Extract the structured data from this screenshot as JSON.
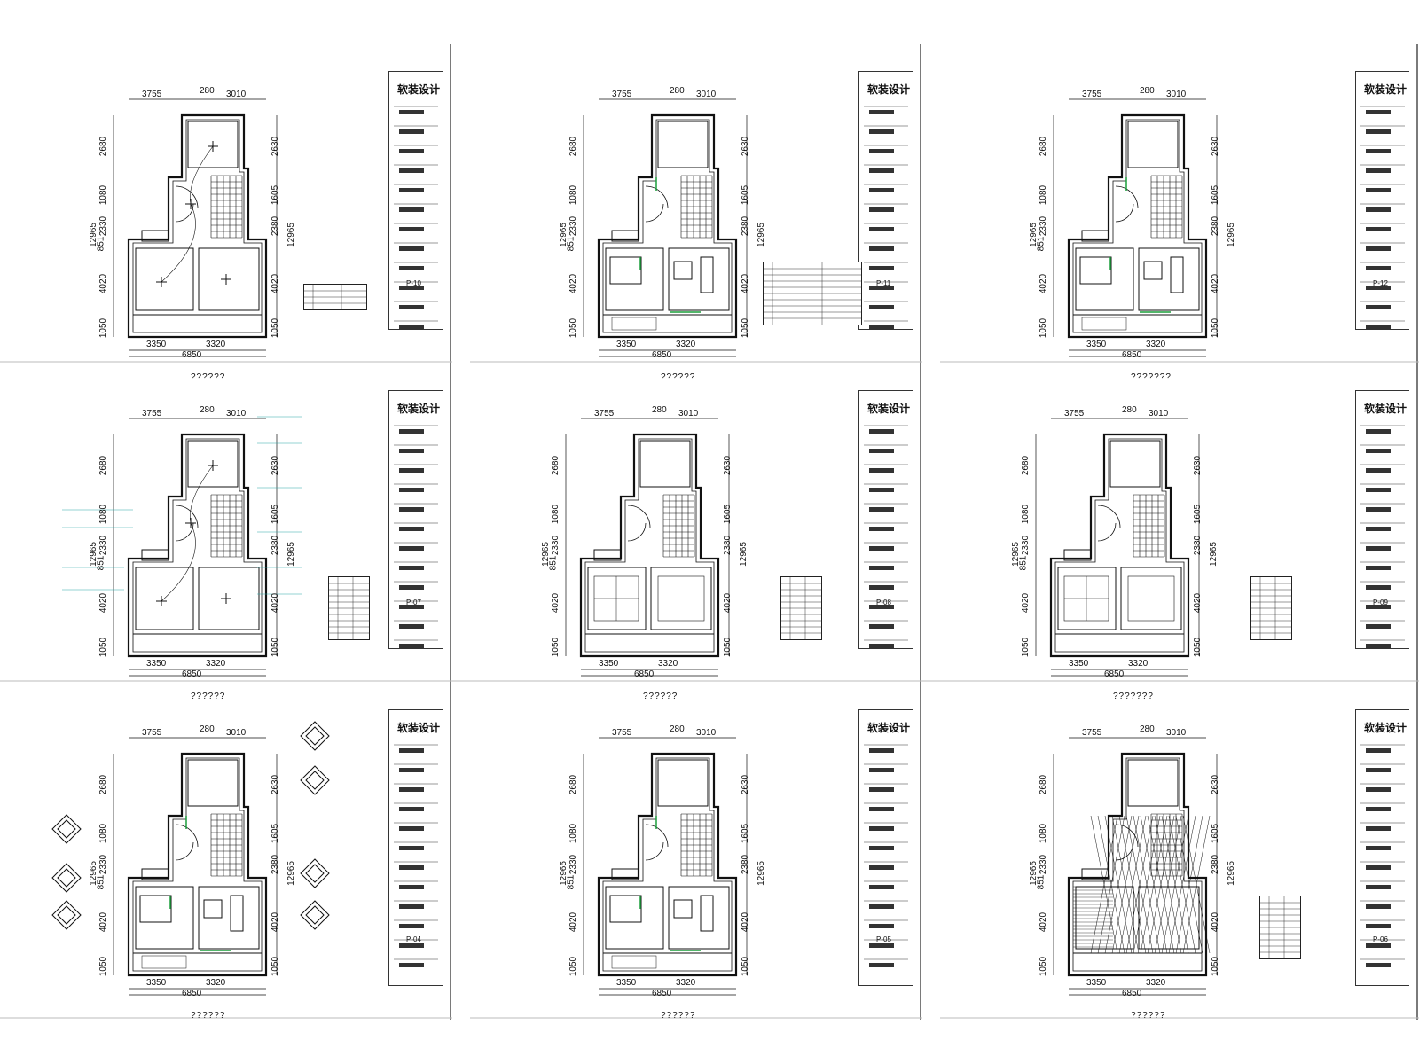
{
  "dimensions": {
    "top_left": "3755",
    "top_mid": "280",
    "top_right": "3010",
    "bottom_left": "3350",
    "bottom_right": "3320",
    "bottom_total": "6850",
    "left_1": "2680",
    "left_2": "1080",
    "left_3": "2330",
    "left_4": "851",
    "left_5": "4020",
    "left_6": "1050",
    "left_total": "12965",
    "right_1": "2630",
    "right_2": "1605",
    "right_3": "2380",
    "right_4": "4020",
    "right_5": "1050",
    "right_total": "12965"
  },
  "title_block": {
    "logo": "软装设计"
  },
  "sheets": [
    {
      "code": "P-10",
      "title": "??????"
    },
    {
      "code": "P-11",
      "title": "??????"
    },
    {
      "code": "P-12",
      "title": "???????"
    },
    {
      "code": "P-07",
      "title": "??????"
    },
    {
      "code": "P-08",
      "title": "??????"
    },
    {
      "code": "P-09",
      "title": "???????"
    },
    {
      "code": "P-04",
      "title": "??????"
    },
    {
      "code": "P-05",
      "title": "??????"
    },
    {
      "code": "P-06",
      "title": "??????"
    }
  ],
  "colors": {
    "line": "#111111",
    "accent": "#1a9e3a",
    "annotation": "#2aa8a8",
    "background": "#ffffff"
  }
}
